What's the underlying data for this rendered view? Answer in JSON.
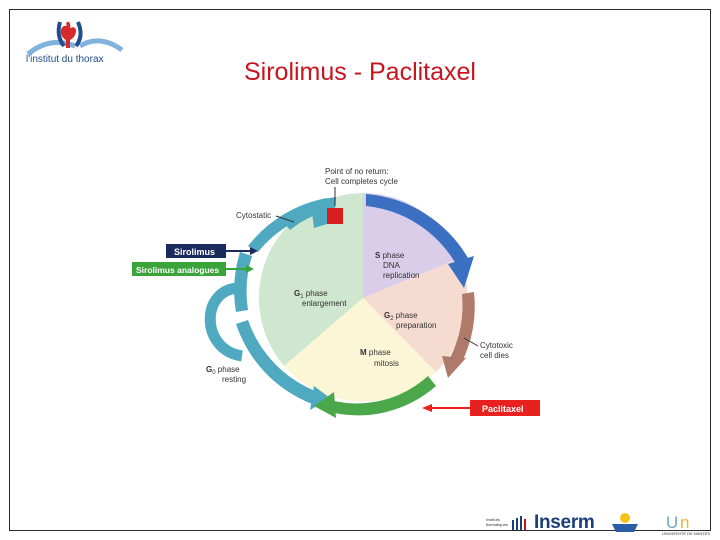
{
  "slide": {
    "title": "Sirolimus - Paclitaxel",
    "logo_text": "l'institut du thorax"
  },
  "diagram": {
    "point_of_no_return": [
      "Point of no return:",
      "Cell completes cycle"
    ],
    "cytostatic": "Cytostatic",
    "sirolimus_label": "Sirolimus",
    "sirolimus_analogues_label": "Sirolimus analogues",
    "paclitaxel_label": "Paclitaxel",
    "cytotoxic": [
      "Cytotoxic",
      "cell dies"
    ],
    "g0": [
      "G",
      "0",
      " phase",
      "resting"
    ],
    "g1": [
      "G",
      "1",
      " phase",
      "enlargement"
    ],
    "s": [
      "S",
      " phase",
      "DNA",
      "replication"
    ],
    "g2": [
      "G",
      "2",
      " phase",
      "preparation"
    ],
    "m": [
      "M",
      " phase",
      "mitosis"
    ]
  },
  "footer": {
    "inserm": "Inserm",
    "institut_thematique": "Instituts thématiques",
    "universite": "UNIVERSITÉ DE NANTES"
  },
  "colors": {
    "title": "#c8141e",
    "sirolimus": "#1b2a5c",
    "sirolimus_analogues": "#3aa33a",
    "paclitaxel": "#e8211f",
    "g1_sector": "#cfe6cf",
    "s_sector": "#d9cdea",
    "g2_sector": "#f6dcd0",
    "m_sector": "#fbf6d6",
    "teal_arrow": "#4fa9c0",
    "blue_arrow": "#3b6fc2",
    "brown_arrow": "#b07a6a",
    "green_arrow": "#4aa84a"
  }
}
